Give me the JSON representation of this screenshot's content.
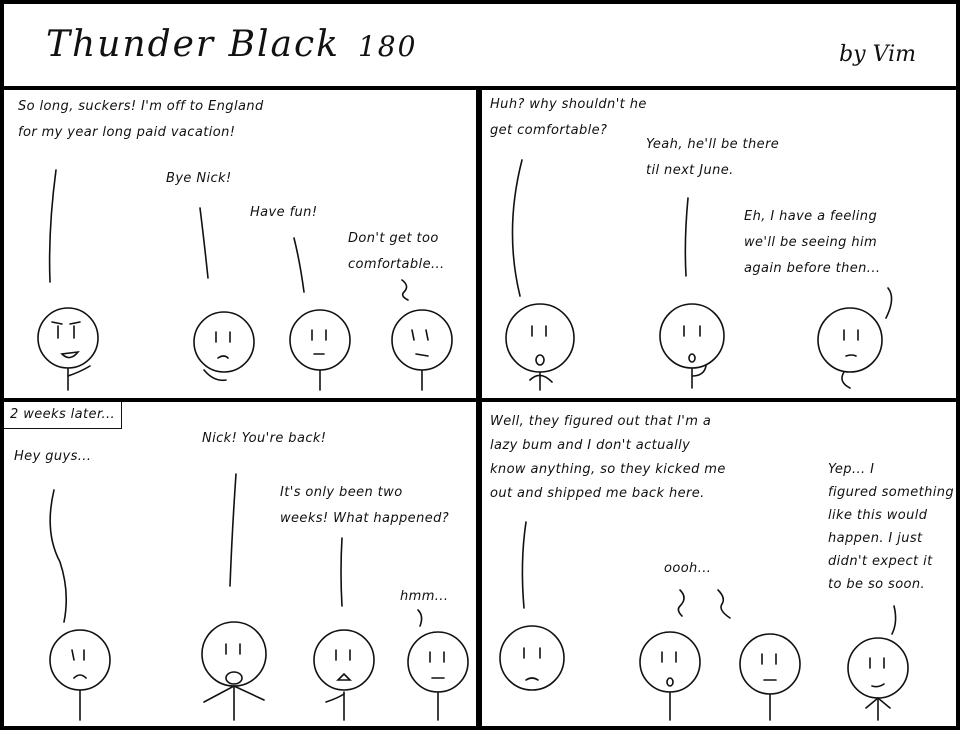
{
  "header": {
    "title": "Thunder Black",
    "number": "180",
    "byline": "by Vim"
  },
  "panel1": {
    "nick": "So long, suckers! I'm off to England\nfor my year long paid vacation!",
    "f2": "Bye Nick!",
    "f3": "Have fun!",
    "f4": "Don't get too\ncomfortable..."
  },
  "panel2": {
    "f1": "Huh? why shouldn't he\nget comfortable?",
    "f2": "Yeah, he'll be there\ntil next June.",
    "f3": "Eh, I have a feeling\nwe'll be seeing him\nagain before then..."
  },
  "panel3": {
    "caption": "2 weeks later...",
    "nick": "Hey guys...",
    "f2": "Nick! You're back!",
    "f3": "It's only been two\nweeks! What happened?",
    "f4": "hmm..."
  },
  "panel4": {
    "nick": "Well, they figured out that I'm a\nlazy bum and I don't actually\nknow anything, so they kicked me\nout and shipped me back here.",
    "f2": "oooh...",
    "f4": "Yep... I\nfigured something\nlike this would\nhappen. I just\ndidn't expect it\nto be so soon."
  }
}
